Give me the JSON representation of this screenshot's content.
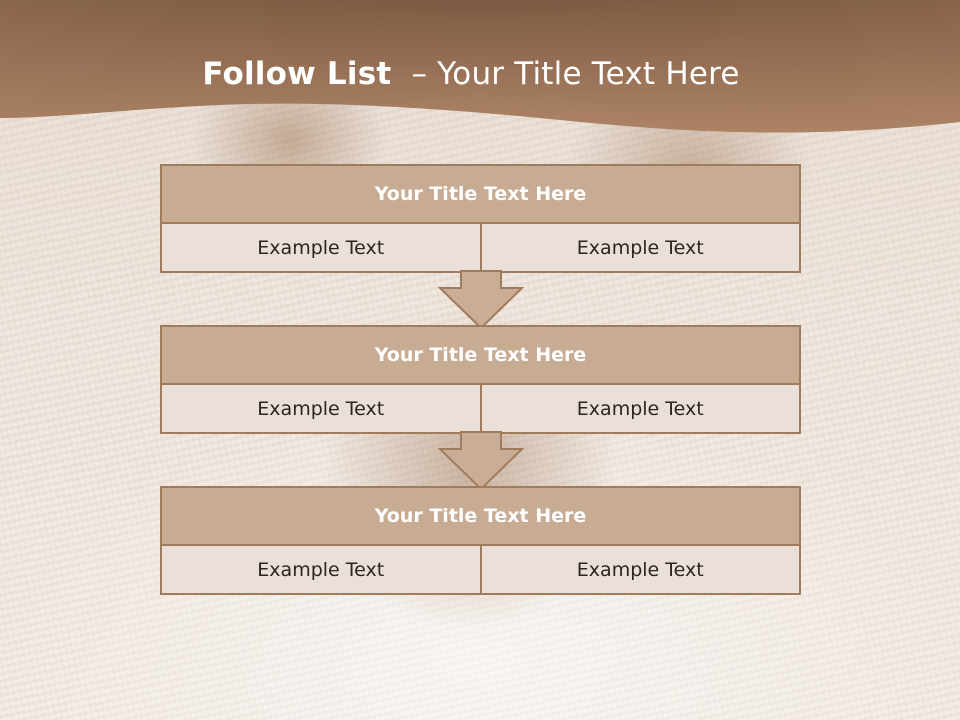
{
  "slide": {
    "title_bold": "Follow List",
    "title_rest": "– Your Title Text Here"
  },
  "blocks": [
    {
      "title": "Your Title Text Here",
      "left": "Example Text",
      "right": "Example Text"
    },
    {
      "title": "Your Title Text Here",
      "left": "Example Text",
      "right": "Example Text"
    },
    {
      "title": "Your Title Text Here",
      "left": "Example Text",
      "right": "Example Text"
    }
  ],
  "colors": {
    "header_band": "#a8795a",
    "title_row": "#c8ab93",
    "cell_fill": "#ebe0d9",
    "border": "#a17c5c",
    "arrow_fill": "#c9ad97"
  }
}
